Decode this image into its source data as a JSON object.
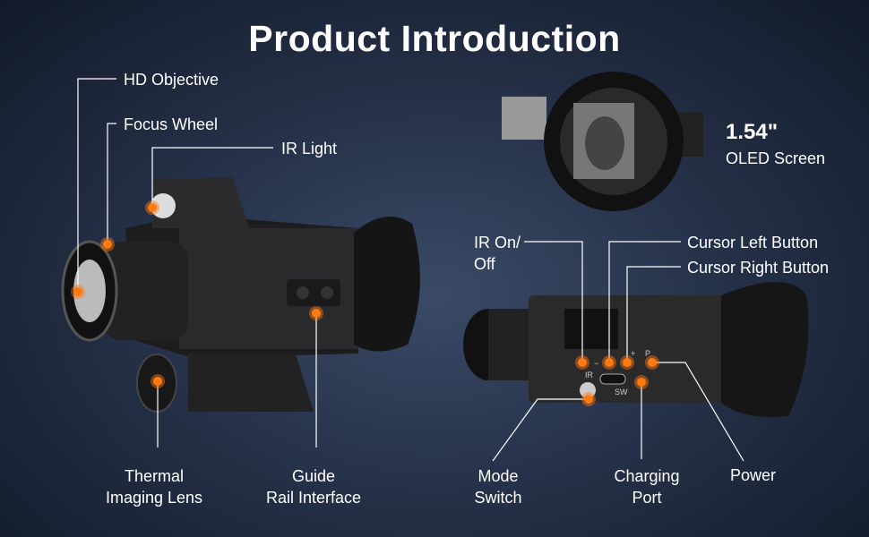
{
  "title": "Product Introduction",
  "left_labels": {
    "hd_objective": "HD Objective",
    "focus_wheel": "Focus Wheel",
    "ir_light": "IR Light",
    "thermal_line1": "Thermal",
    "thermal_line2": "Imaging Lens",
    "guide_line1": "Guide",
    "guide_line2": "Rail Interface"
  },
  "screen": {
    "size": "1.54\"",
    "type": "OLED Screen"
  },
  "right_labels": {
    "ir_onoff_line1": "IR On/",
    "ir_onoff_line2": "Off",
    "cursor_left": "Cursor Left Button",
    "cursor_right": "Cursor Right Button",
    "mode_line1": "Mode",
    "mode_line2": "Switch",
    "charging_line1": "Charging",
    "charging_line2": "Port",
    "power": "Power"
  },
  "device_marks": {
    "ir": "IR",
    "minus": "−",
    "plus": "+",
    "p": "P",
    "sw": "SW"
  },
  "colors": {
    "accent": "#ff7a10",
    "background": "#26324a"
  }
}
